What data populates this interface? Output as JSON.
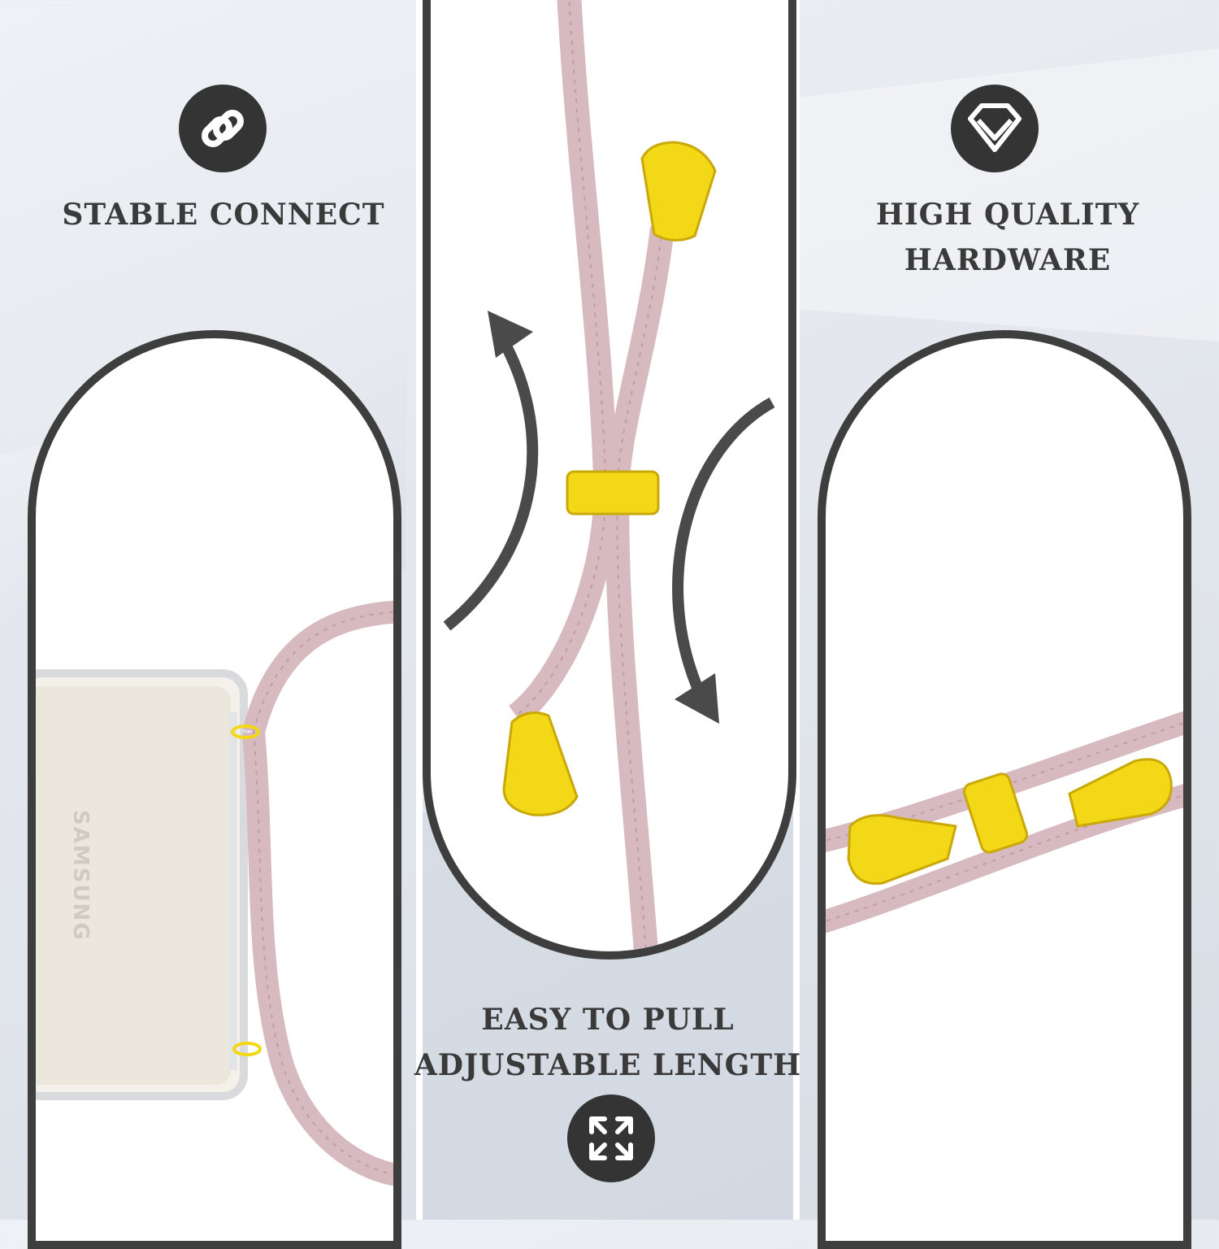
{
  "features": {
    "stable_connect": {
      "heading": "STABLE CONNECT",
      "icon": "link-icon"
    },
    "high_quality": {
      "heading_line1": "HIGH QUALITY",
      "heading_line2": "HARDWARE",
      "icon": "diamond-icon"
    },
    "adjustable": {
      "heading_line1": "EASY TO PULL",
      "heading_line2": "ADJUSTABLE LENGTH",
      "icon": "expand-arrows-icon"
    }
  },
  "phone": {
    "brand": "SAMSUNG"
  },
  "colors": {
    "cord": "#d7b9c0",
    "hardware_gold": "#f2d817",
    "frame": "#3e3e3e",
    "badge": "#343434",
    "heading_text": "#3a3a3a"
  }
}
